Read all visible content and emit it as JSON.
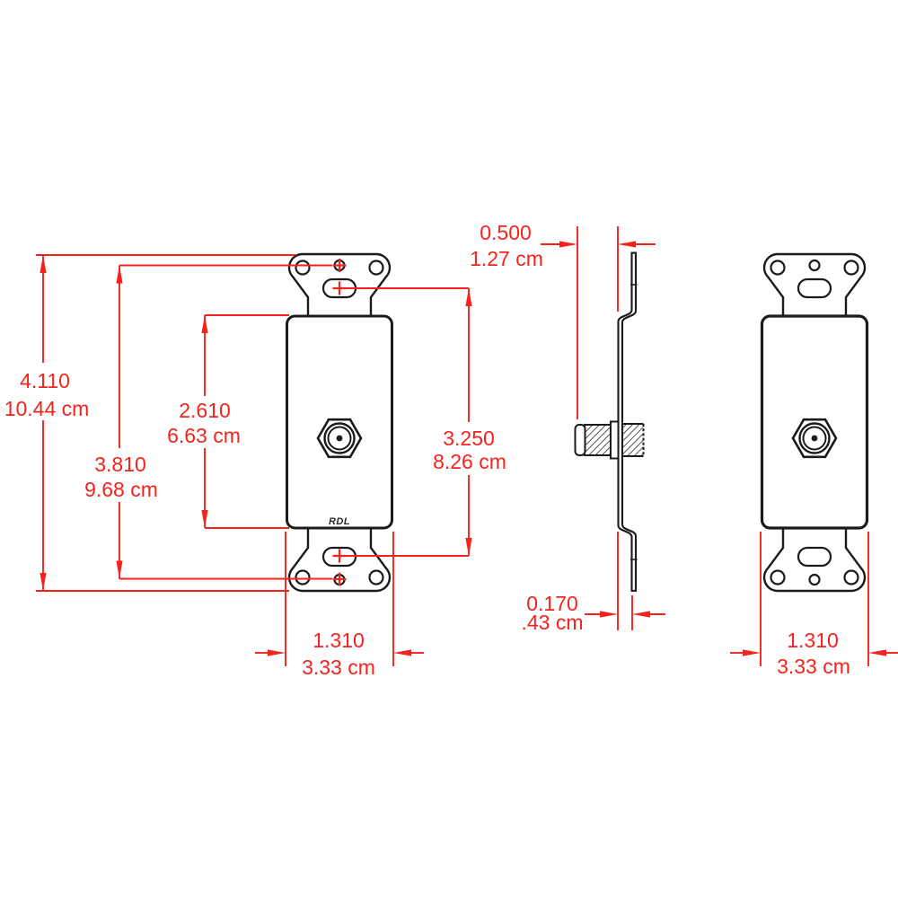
{
  "drawing": {
    "kind": "dimensioned mechanical drawing",
    "subject": "decora-style wall plate with F-type coaxial connector, front / side / rear views",
    "brand_label": "RDL"
  },
  "colors": {
    "dimension_red": "#f5231c",
    "object_line_black": "#1b1b1b",
    "background": "#ffffff"
  },
  "dimensions": {
    "overall_height": {
      "inches": "4.110",
      "cm": "10.44 cm"
    },
    "hole_spacing": {
      "inches": "3.810",
      "cm": "9.68 cm"
    },
    "plate_height": {
      "inches": "2.610",
      "cm": "6.63 cm"
    },
    "slot_spacing": {
      "inches": "3.250",
      "cm": "8.26 cm"
    },
    "connector_depth": {
      "inches": "0.500",
      "cm": "1.27 cm"
    },
    "bracket_offset": {
      "inches": "0.170",
      "cm": ".43 cm"
    },
    "front_plate_width": {
      "inches": "1.310",
      "cm": "3.33 cm"
    },
    "rear_plate_width": {
      "inches": "1.310",
      "cm": "3.33 cm"
    }
  }
}
